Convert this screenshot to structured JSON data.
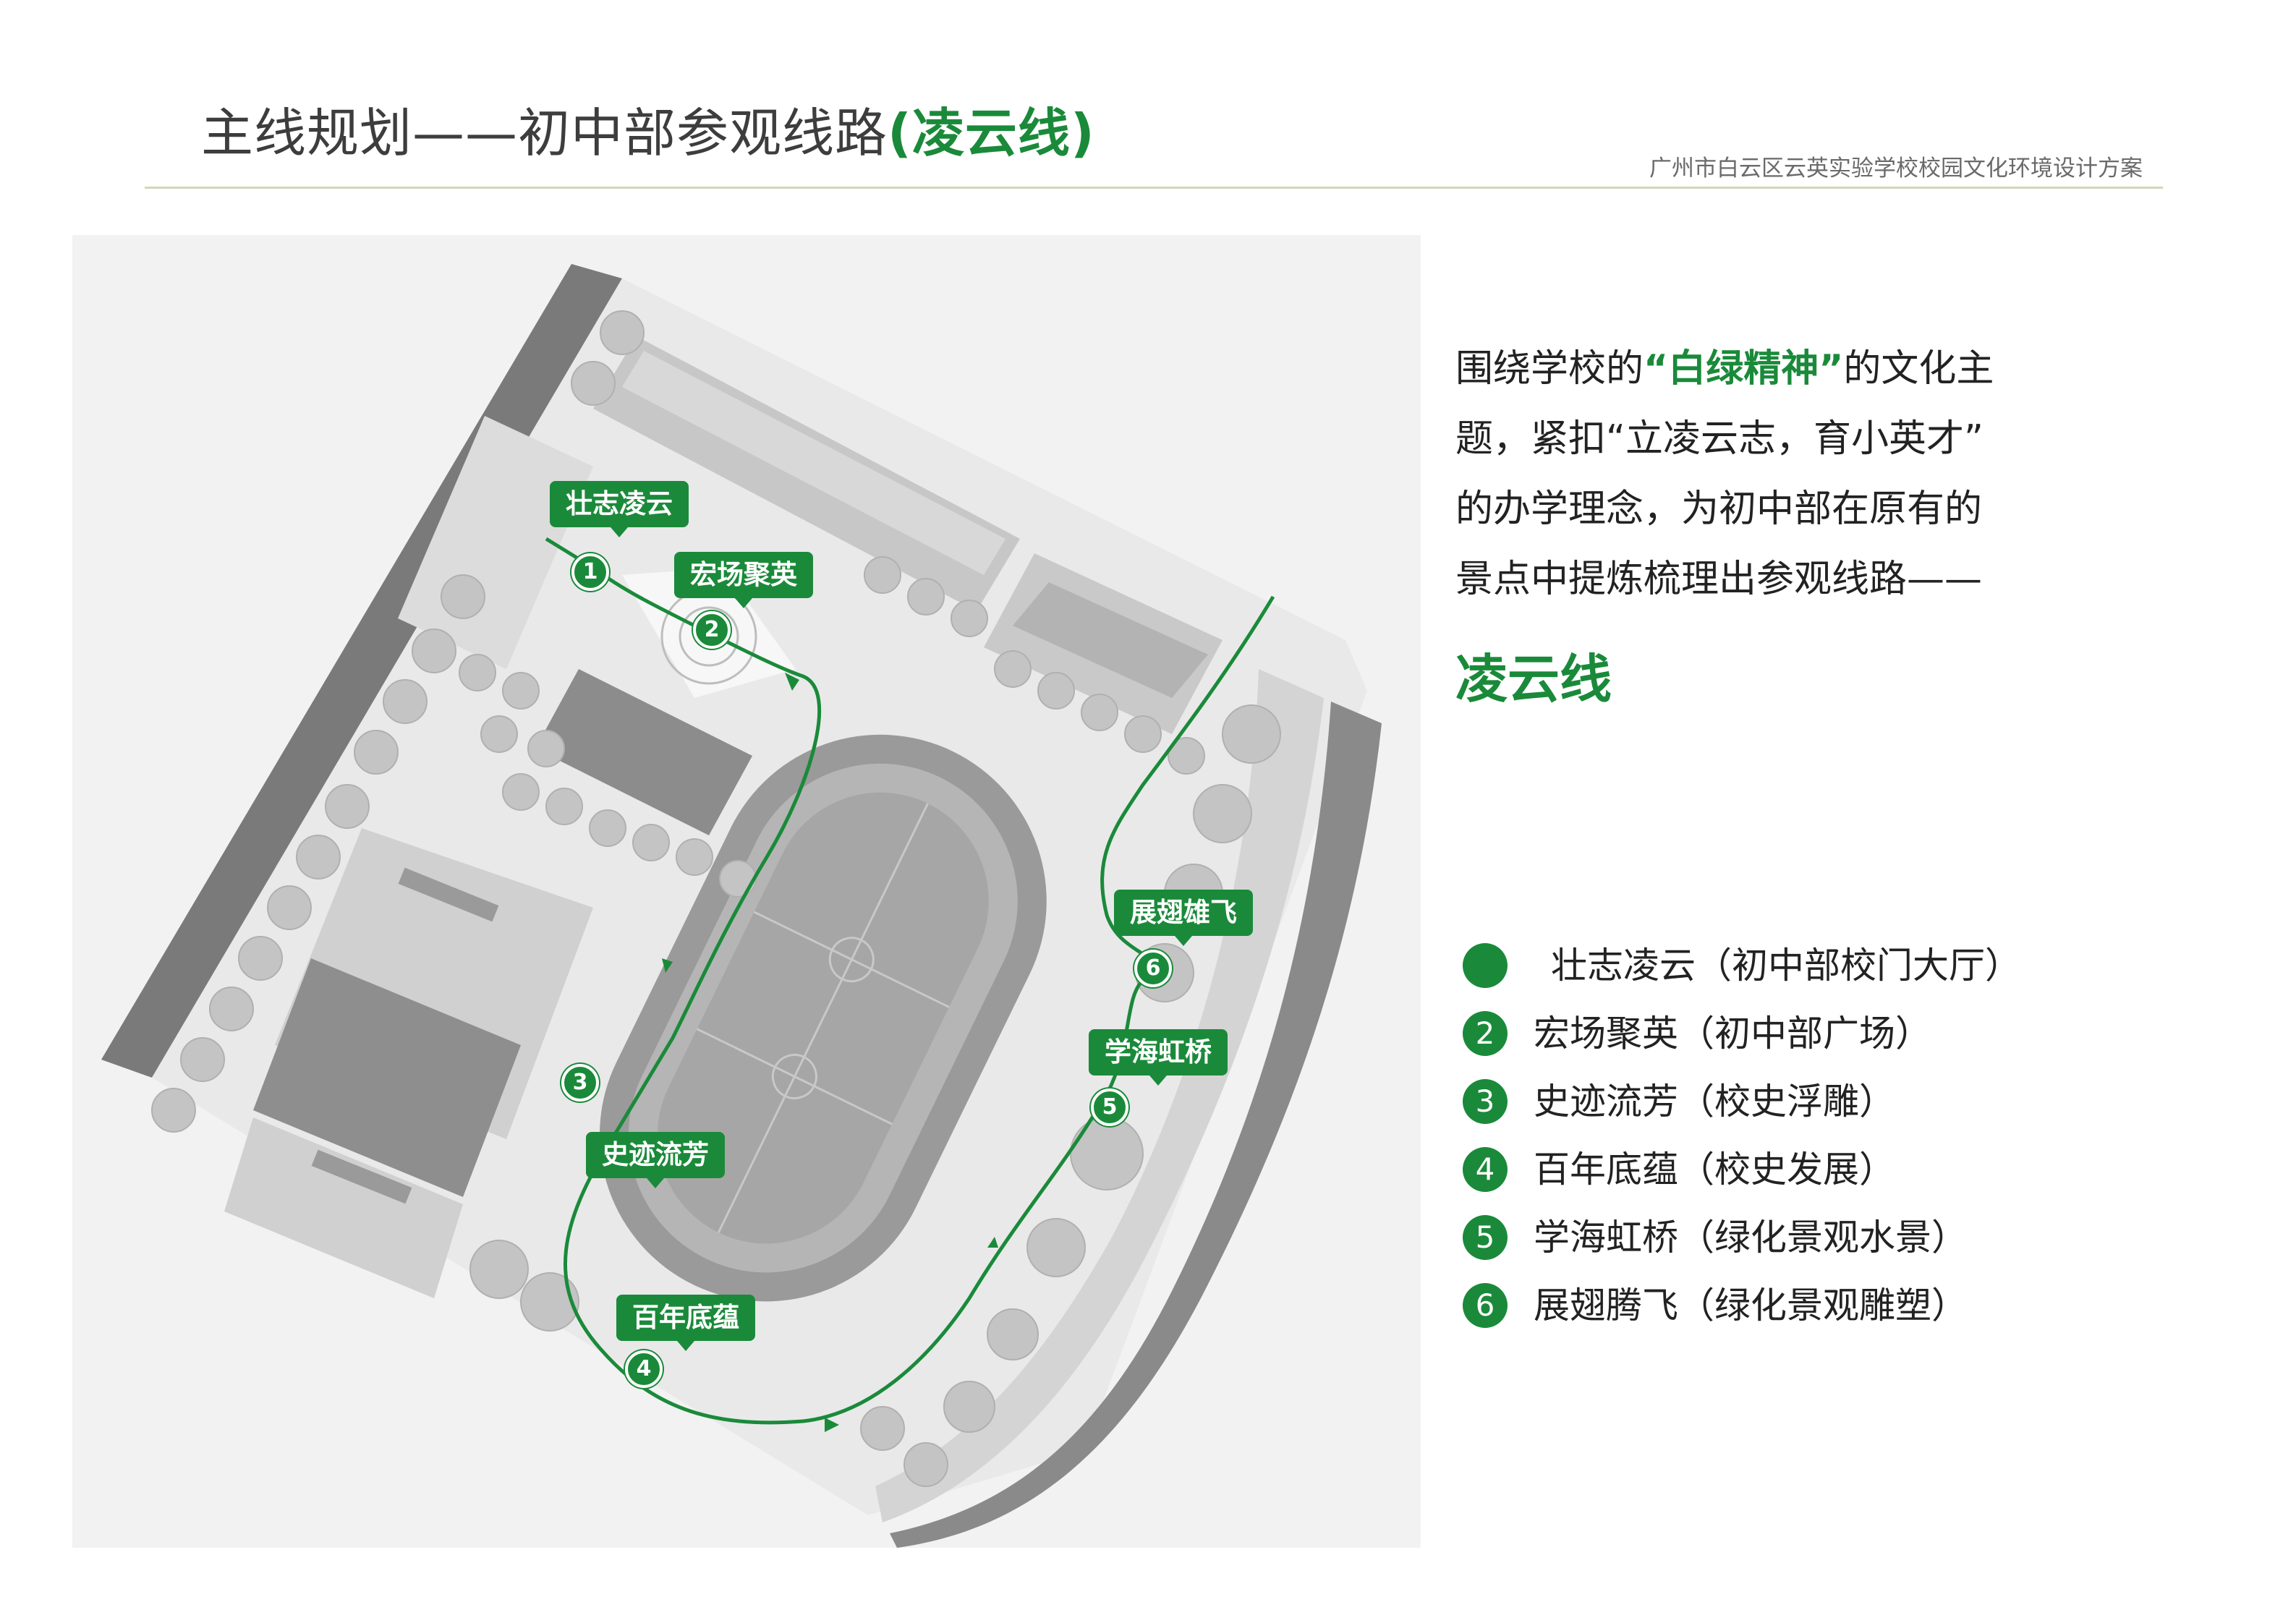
{
  "header": {
    "title_main": "主线规划——初中部参观线路",
    "title_highlight": "(凌云线)",
    "subtitle": "广州市白云区云英实验学校校园文化环境设计方案"
  },
  "colors": {
    "accent": "#1a8a3a",
    "title": "#3d3d3d",
    "rule": "#cfd8b8",
    "map_bg": "#f2f2f2"
  },
  "map": {
    "stops": [
      {
        "num": "1",
        "label": "壮志凌云"
      },
      {
        "num": "2",
        "label": "宏场聚英"
      },
      {
        "num": "3",
        "label": "史迹流芳"
      },
      {
        "num": "4",
        "label": "百年底蕴"
      },
      {
        "num": "5",
        "label": "学海虹桥"
      },
      {
        "num": "6",
        "label": "展翅雄飞"
      }
    ]
  },
  "description": {
    "line1_before": "围绕学校的",
    "line1_highlight": "“白绿精神”",
    "line1_after": "的文化主",
    "line2": "题，紧扣“立凌云志，育小英才”",
    "line3": "的办学理念，为初中部在原有的",
    "line4": "景点中提炼梳理出参观线路——",
    "route_name": "凌云线"
  },
  "legend": {
    "items": [
      {
        "num": "",
        "text": "壮志凌云（初中部校门大厅）"
      },
      {
        "num": "2",
        "text": "宏场聚英（初中部广场）"
      },
      {
        "num": "3",
        "text": "史迹流芳（校史浮雕）"
      },
      {
        "num": "4",
        "text": "百年底蕴（校史发展）"
      },
      {
        "num": "5",
        "text": "学海虹桥（绿化景观水景）"
      },
      {
        "num": "6",
        "text": "展翅腾飞（绿化景观雕塑）"
      }
    ]
  }
}
